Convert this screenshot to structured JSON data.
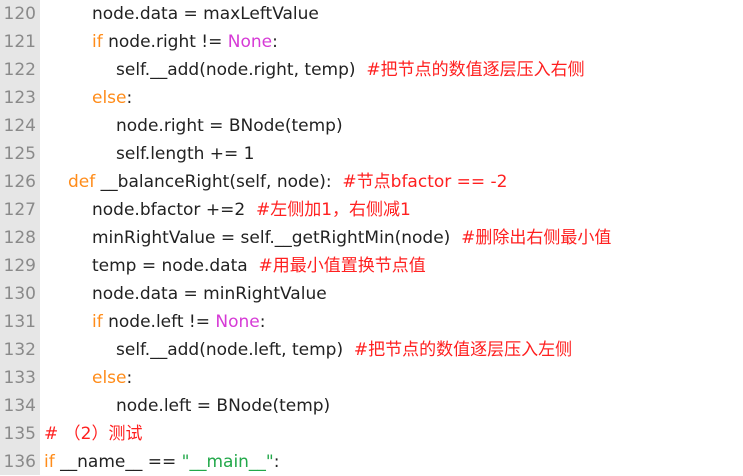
{
  "editor": {
    "colors": {
      "background": "#ffffff",
      "gutter": "#e6e6e6",
      "line_number": "#8a8a8a",
      "text": "#222222",
      "keyword": "#ff8c1a",
      "constant": "#d63ad6",
      "comment": "#ff2020",
      "string": "#22a84a"
    },
    "lines": [
      {
        "num": "120",
        "tokens": [
          {
            "type": "plain",
            "text": "node.data = maxLeftValue"
          }
        ]
      },
      {
        "num": "121",
        "tokens": [
          {
            "type": "kw",
            "text": "if"
          },
          {
            "type": "plain",
            "text": " node.right != "
          },
          {
            "type": "const",
            "text": "None"
          },
          {
            "type": "plain",
            "text": ":"
          }
        ]
      },
      {
        "num": "122",
        "tokens": [
          {
            "type": "plain",
            "text": "self.__add(node.right, temp)  "
          },
          {
            "type": "cmt",
            "text": "#把节点的数值逐层压入右侧"
          }
        ]
      },
      {
        "num": "123",
        "tokens": [
          {
            "type": "kw",
            "text": "else"
          },
          {
            "type": "plain",
            "text": ":"
          }
        ]
      },
      {
        "num": "124",
        "tokens": [
          {
            "type": "plain",
            "text": "node.right = BNode(temp)"
          }
        ]
      },
      {
        "num": "125",
        "tokens": [
          {
            "type": "plain",
            "text": "self.length += 1"
          }
        ]
      },
      {
        "num": "126",
        "tokens": [
          {
            "type": "kw",
            "text": "def"
          },
          {
            "type": "plain",
            "text": " __balanceRight(self, node):  "
          },
          {
            "type": "cmt",
            "text": "#节点bfactor == -2"
          }
        ]
      },
      {
        "num": "127",
        "tokens": [
          {
            "type": "plain",
            "text": "node.bfactor +=2  "
          },
          {
            "type": "cmt",
            "text": "#左侧加1，右侧减1"
          }
        ]
      },
      {
        "num": "128",
        "tokens": [
          {
            "type": "plain",
            "text": "minRightValue = self.__getRightMin(node)  "
          },
          {
            "type": "cmt",
            "text": "#删除出右侧最小值"
          }
        ]
      },
      {
        "num": "129",
        "tokens": [
          {
            "type": "plain",
            "text": "temp = node.data  "
          },
          {
            "type": "cmt",
            "text": "#用最小值置换节点值"
          }
        ]
      },
      {
        "num": "130",
        "tokens": [
          {
            "type": "plain",
            "text": "node.data = minRightValue"
          }
        ]
      },
      {
        "num": "131",
        "tokens": [
          {
            "type": "kw",
            "text": "if"
          },
          {
            "type": "plain",
            "text": " node.left != "
          },
          {
            "type": "const",
            "text": "None"
          },
          {
            "type": "plain",
            "text": ":"
          }
        ]
      },
      {
        "num": "132",
        "tokens": [
          {
            "type": "plain",
            "text": "self.__add(node.left, temp)  "
          },
          {
            "type": "cmt",
            "text": "#把节点的数值逐层压入左侧"
          }
        ]
      },
      {
        "num": "133",
        "tokens": [
          {
            "type": "kw",
            "text": "else"
          },
          {
            "type": "plain",
            "text": ":"
          }
        ]
      },
      {
        "num": "134",
        "tokens": [
          {
            "type": "plain",
            "text": "node.left = BNode(temp)"
          }
        ]
      },
      {
        "num": "135",
        "tokens": [
          {
            "type": "cmt",
            "text": "# （2）测试"
          }
        ]
      },
      {
        "num": "136",
        "tokens": [
          {
            "type": "kw",
            "text": "if"
          },
          {
            "type": "plain",
            "text": " __name__ == "
          },
          {
            "type": "str",
            "text": "\"__main__\""
          },
          {
            "type": "plain",
            "text": ":"
          }
        ]
      }
    ]
  }
}
